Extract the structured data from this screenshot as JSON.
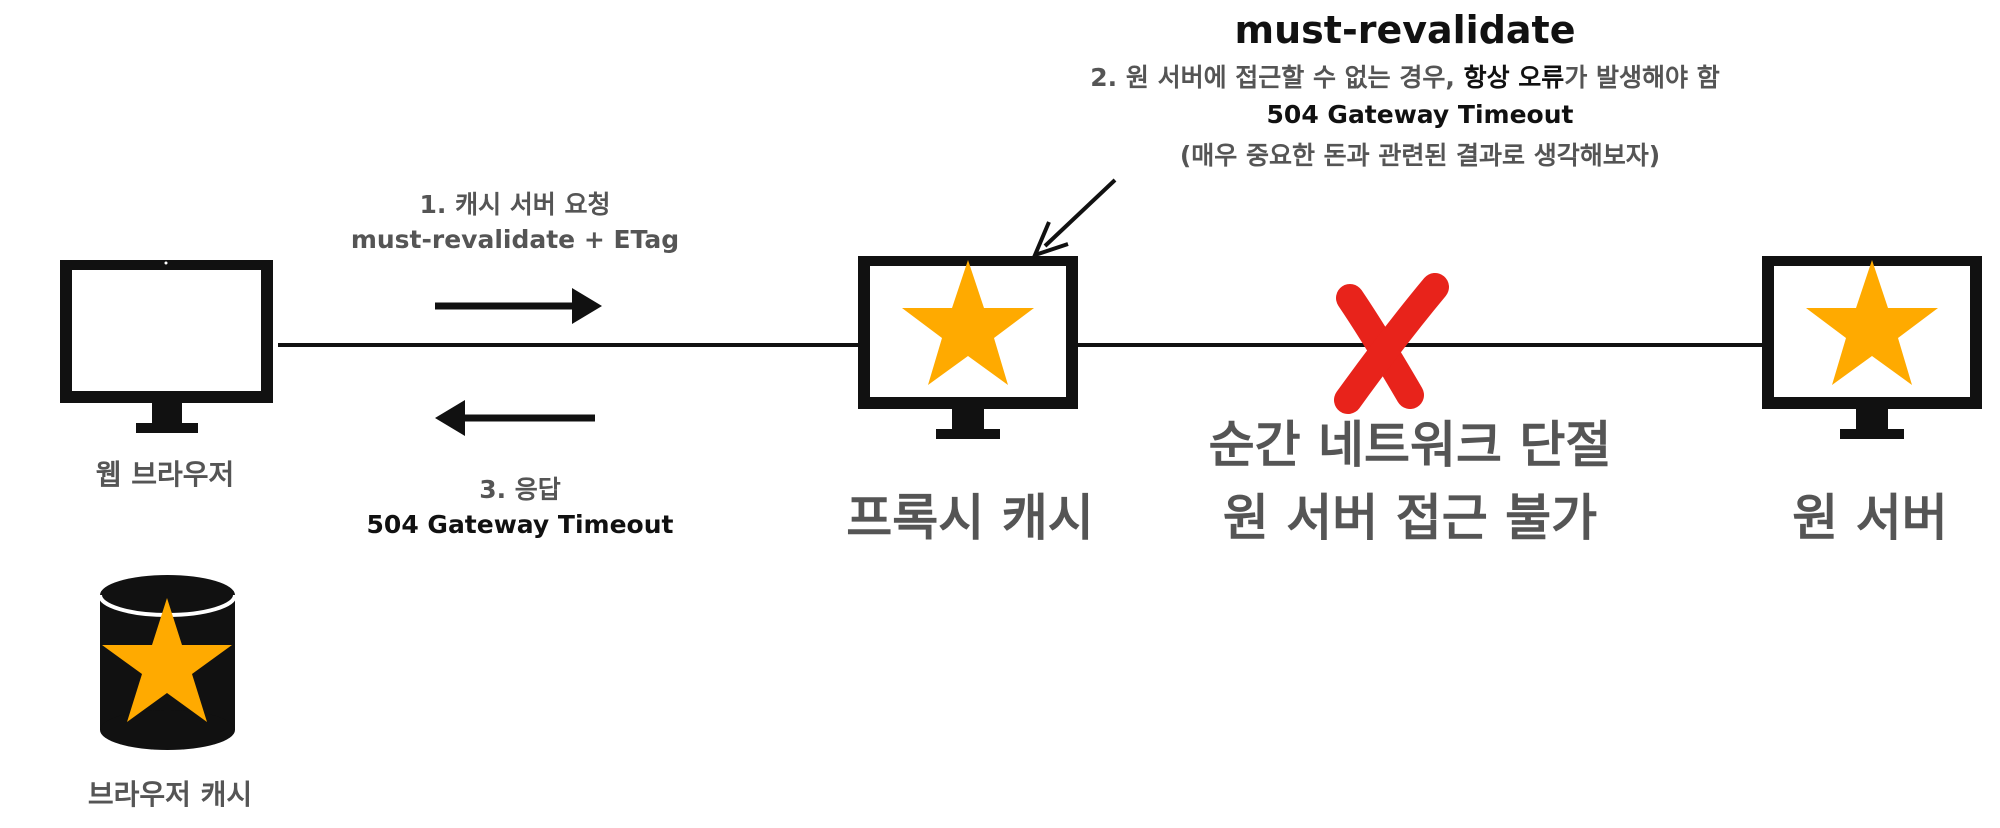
{
  "title": "must-revalidate",
  "note": {
    "line1_prefix": "2. 원 서버에 접근할 수 없는 경우, ",
    "line1_bold": "항상 오류",
    "line1_suffix": "가 발생해야 함",
    "line2": "504 Gateway Timeout",
    "line3": "(매우 중요한 돈과 관련된 결과로 생각해보자)"
  },
  "request": {
    "line1": "1. 캐시 서버 요청",
    "line2": "must-revalidate + ETag"
  },
  "response": {
    "line1": "3. 응답",
    "line2": "504 Gateway Timeout"
  },
  "labels": {
    "browser": "웹 브라우저",
    "browser_cache": "브라우저 캐시",
    "proxy_cache": "프록시 캐시",
    "network_line1": "순간 네트워크 단절",
    "network_line2": "원 서버 접근 불가",
    "origin": "원 서버"
  },
  "colors": {
    "star": "#FFAA00",
    "cross": "#E8231B",
    "ink": "#111111",
    "label_gray": "#555555"
  }
}
